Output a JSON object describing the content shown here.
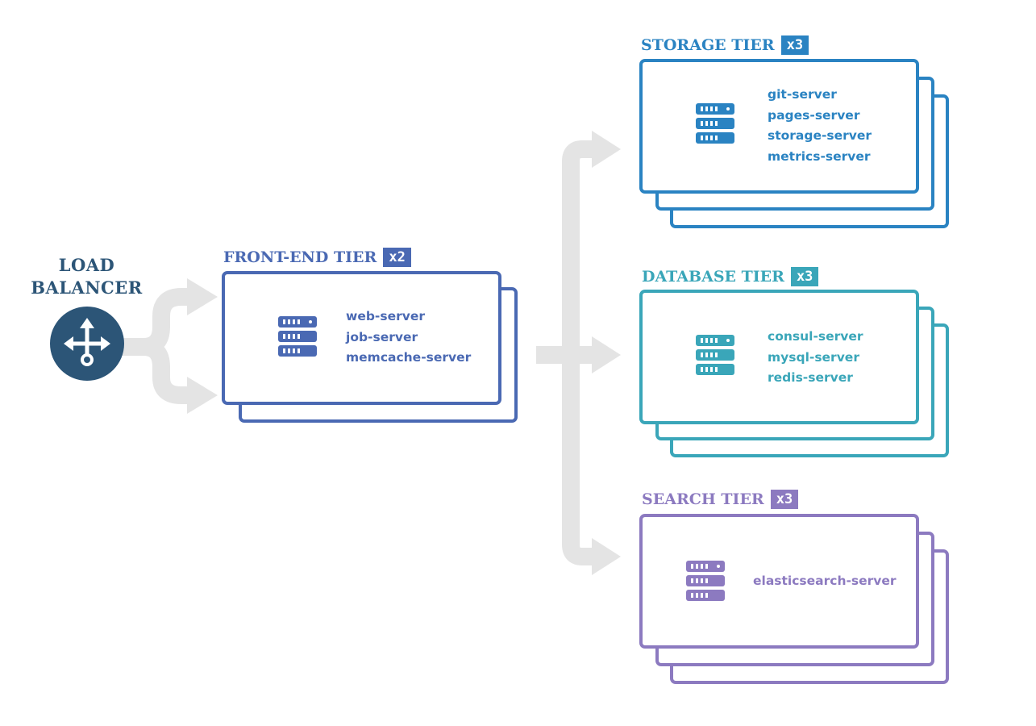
{
  "load_balancer": {
    "label_line1": "LOAD",
    "label_line2": "BALANCER",
    "icon": "move-arrows-icon",
    "color": "#2c5577"
  },
  "tiers": {
    "front_end": {
      "title": "FRONT-END TIER",
      "count": "x2",
      "color": "#4a69b3",
      "icon": "server-rack-icon",
      "servers": [
        "web-server",
        "job-server",
        "memcache-server"
      ]
    },
    "storage": {
      "title": "STORAGE TIER",
      "count": "x3",
      "color": "#2a83c2",
      "icon": "server-rack-icon",
      "servers": [
        "git-server",
        "pages-server",
        "storage-server",
        "metrics-server"
      ]
    },
    "database": {
      "title": "DATABASE TIER",
      "count": "x3",
      "color": "#3aa6b9",
      "icon": "server-rack-icon",
      "servers": [
        "consul-server",
        "mysql-server",
        "redis-server"
      ]
    },
    "search": {
      "title": "SEARCH TIER",
      "count": "x3",
      "color": "#8c7ac0",
      "icon": "server-rack-icon",
      "servers": [
        "elasticsearch-server"
      ]
    }
  },
  "connector_color": "#e4e4e4"
}
